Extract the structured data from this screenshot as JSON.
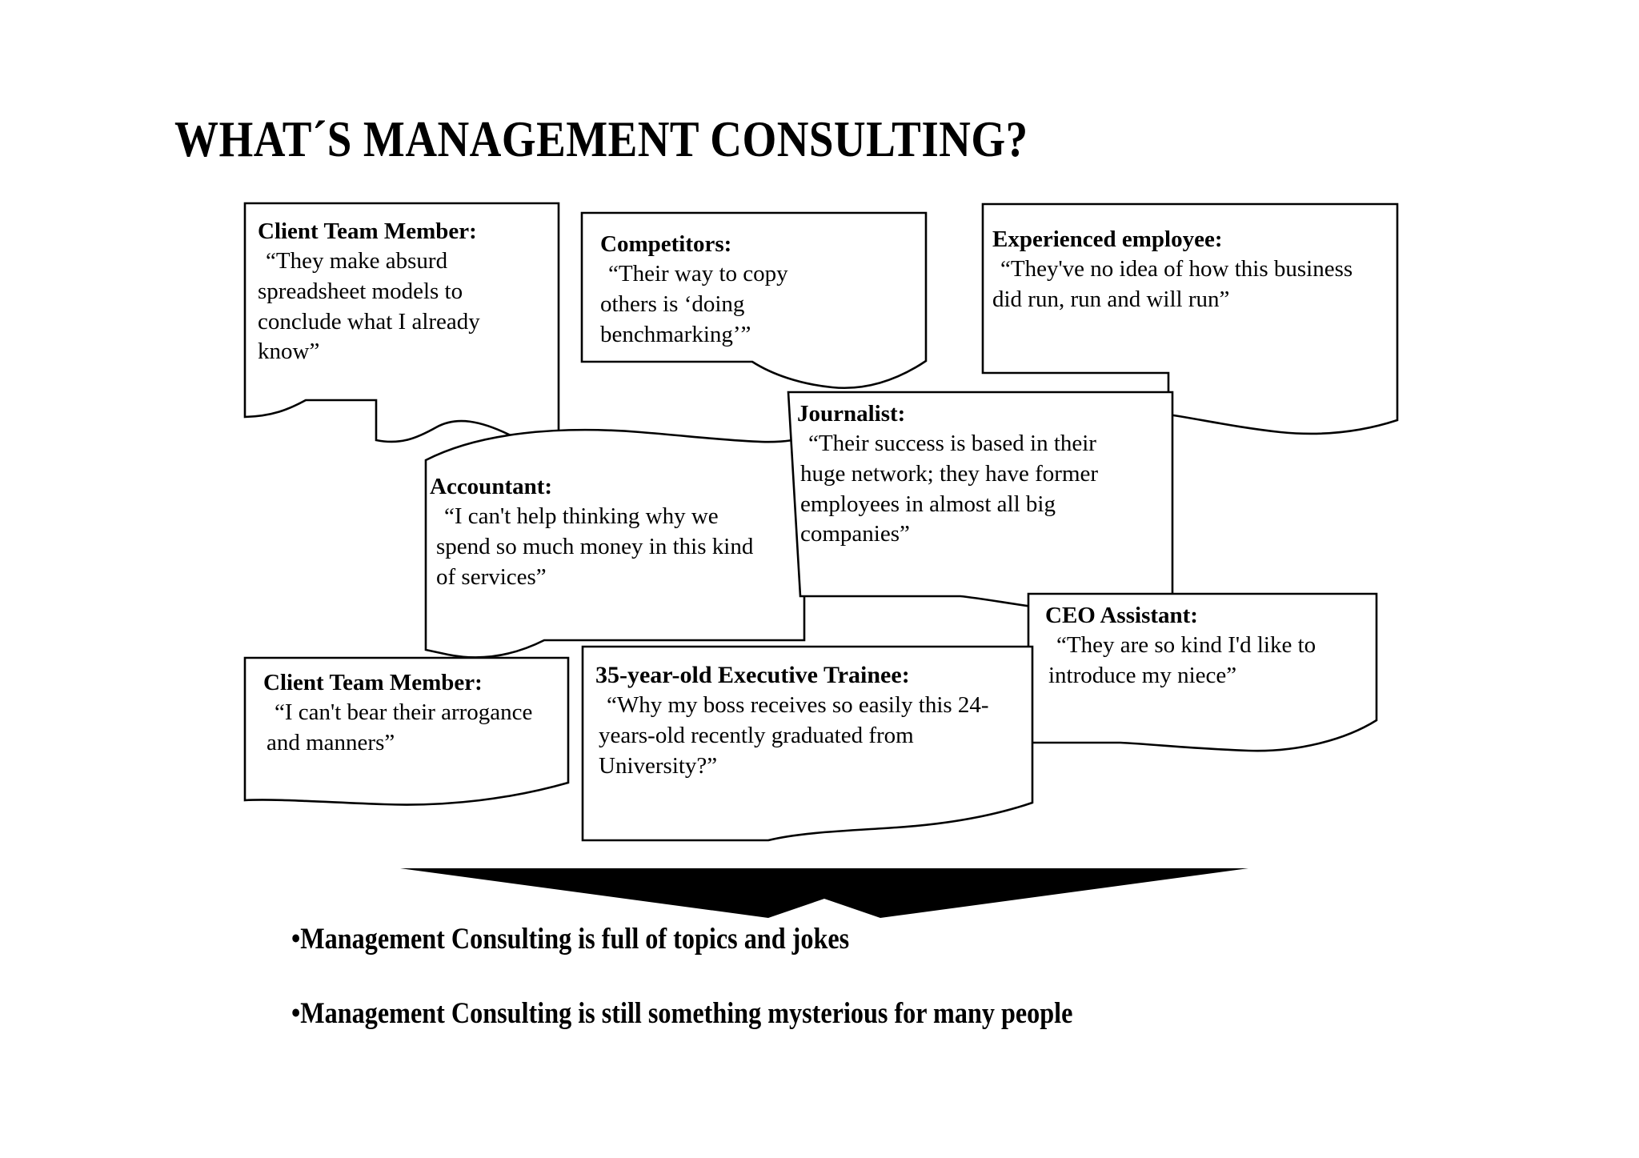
{
  "slide": {
    "title": "WHAT´S MANAGEMENT CONSULTING?",
    "background_color": "#ffffff",
    "ink_color": "#000000"
  },
  "bubbles": [
    {
      "id": "client-team-member-1",
      "speaker": "Client Team Member:",
      "quote": "“They make absurd spreadsheet models to conclude what I already know”"
    },
    {
      "id": "competitors",
      "speaker": "Competitors:",
      "quote": "“Their way to copy others is ‘doing benchmarking’”"
    },
    {
      "id": "experienced-employee",
      "speaker": "Experienced employee:",
      "quote": "“They've no idea of how this business did run, run and will run”"
    },
    {
      "id": "accountant",
      "speaker": "Accountant:",
      "quote": "“I can't help thinking why we spend so much money in this kind of services”"
    },
    {
      "id": "journalist",
      "speaker": "Journalist:",
      "quote": "“Their success is based in their huge network; they have former employees in almost all big companies”"
    },
    {
      "id": "ceo-assistant",
      "speaker": "CEO Assistant:",
      "quote": "“They are so kind I'd like to introduce my niece”"
    },
    {
      "id": "client-team-member-2",
      "speaker": "Client Team Member:",
      "quote": "“I can't bear their arrogance and manners”"
    },
    {
      "id": "executive-trainee",
      "speaker": "35-year-old Executive Trainee:",
      "quote": "“Why my boss receives so easily this 24-years-old recently graduated from University?”"
    }
  ],
  "conclusion": {
    "bullet_char": "•",
    "items": [
      "Management Consulting is full of topics and jokes",
      "Management Consulting is still something mysterious for many people"
    ]
  },
  "arrow": {
    "name": "down-chevron",
    "color": "#000000"
  }
}
